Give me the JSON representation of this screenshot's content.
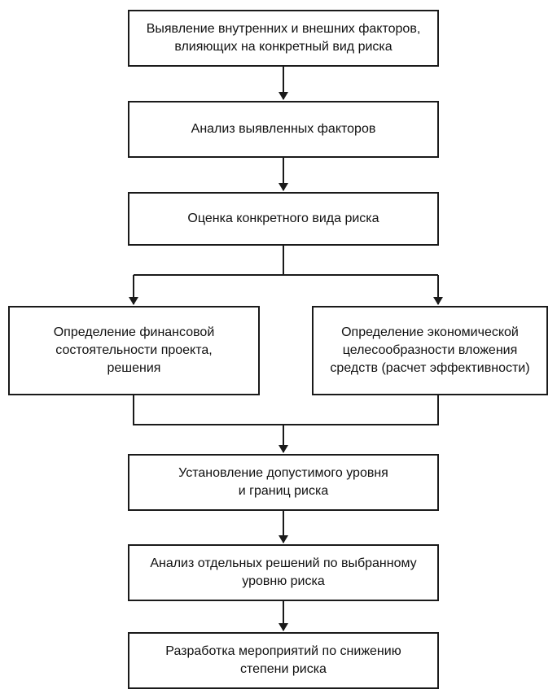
{
  "diagram": {
    "nodes": {
      "n1": "Выявление внутренних и внешних факторов,\nвлияющих на конкретный вид риска",
      "n2": "Анализ выявленных факторов",
      "n3": "Оценка конкретного вида риска",
      "n4": "Определение финансовой\nсостоятельности проекта,\nрешения",
      "n5": "Определение экономической\nцелесообразности вложения\nсредств (расчет эффективности)",
      "n6": "Установление допустимого уровня\nи границ риска",
      "n7": "Анализ отдельных решений по выбранному\nуровню риска",
      "n8": "Разработка мероприятий по снижению\nстепени риска"
    },
    "edges": [
      {
        "from": "n1",
        "to": "n2"
      },
      {
        "from": "n2",
        "to": "n3"
      },
      {
        "from": "n3",
        "to": "n4"
      },
      {
        "from": "n3",
        "to": "n5"
      },
      {
        "from": "n4",
        "to": "n6"
      },
      {
        "from": "n5",
        "to": "n6"
      },
      {
        "from": "n6",
        "to": "n7"
      },
      {
        "from": "n7",
        "to": "n8"
      }
    ]
  }
}
